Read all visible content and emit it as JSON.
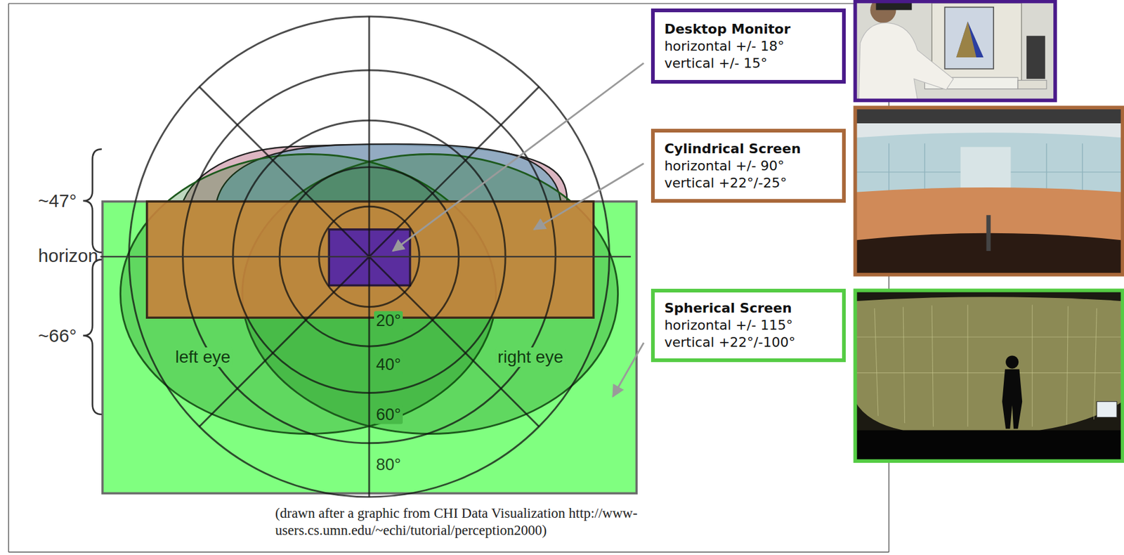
{
  "diagram": {
    "caption": "(drawn after a graphic from CHI Data Visualization http://www-users.cs.umn.edu/~echi/tutorial/perception2000)",
    "nodes": [
      {
        "text": [
          "Desktop Monitor",
          "horizontal +/- 18°",
          "vertical +/- 15°"
        ]
      },
      {
        "text": [
          "Cylindrical Screen",
          "horizontal +/- 90°",
          "vertical +22°/-25°"
        ]
      },
      {
        "text": [
          "Spherical Screen",
          "horizontal +/- 115°",
          "vertical +22°/-100°"
        ]
      }
    ],
    "labels": [
      "~47°",
      "horizon",
      "~66°",
      "left eye",
      "right eye",
      "20°",
      "40°",
      "60°",
      "80°"
    ]
  }
}
